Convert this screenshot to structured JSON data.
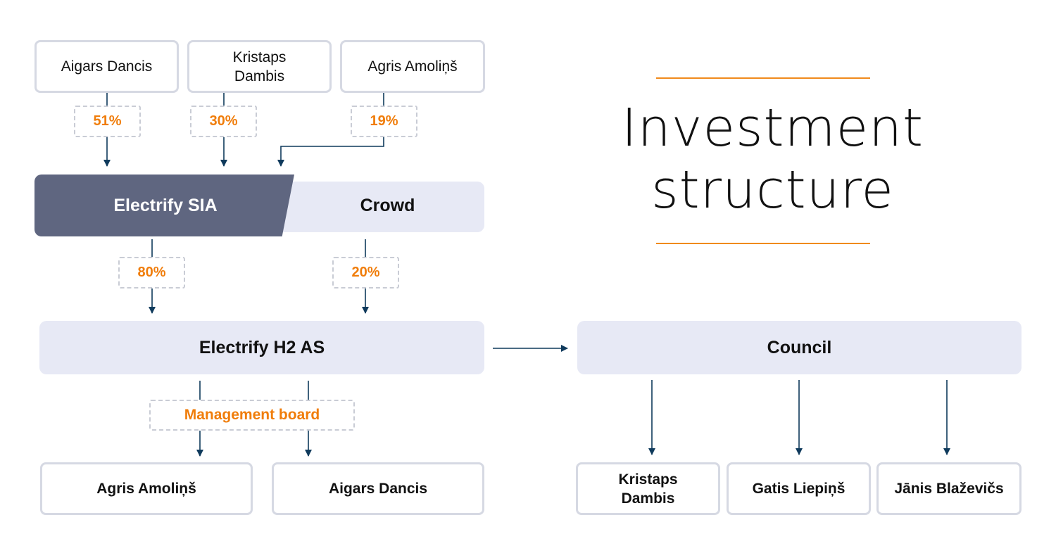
{
  "title": {
    "line1": "Investment",
    "line2": "structure"
  },
  "colors": {
    "accent": "#f07d0a",
    "dark_box": "#5f6680",
    "light_box": "#e7e9f5",
    "arrow": "#0f3a5c"
  },
  "shareholders": [
    {
      "name": "Aigars Dancis",
      "share": "51%"
    },
    {
      "name": "Kristaps Dambis",
      "share": "30%"
    },
    {
      "name": "Agris Amoliņš",
      "share": "19%"
    }
  ],
  "holding": {
    "company": "Electrify SIA",
    "crowd": "Crowd",
    "company_share": "80%",
    "crowd_share": "20%"
  },
  "main_company": "Electrify H2 AS",
  "management": {
    "label": "Management board",
    "members": [
      "Agris Amoliņš",
      "Aigars Dancis"
    ]
  },
  "council": {
    "label": "Council",
    "members": [
      "Kristaps Dambis",
      "Gatis Liepiņš",
      "Jānis Blaževičs"
    ]
  }
}
